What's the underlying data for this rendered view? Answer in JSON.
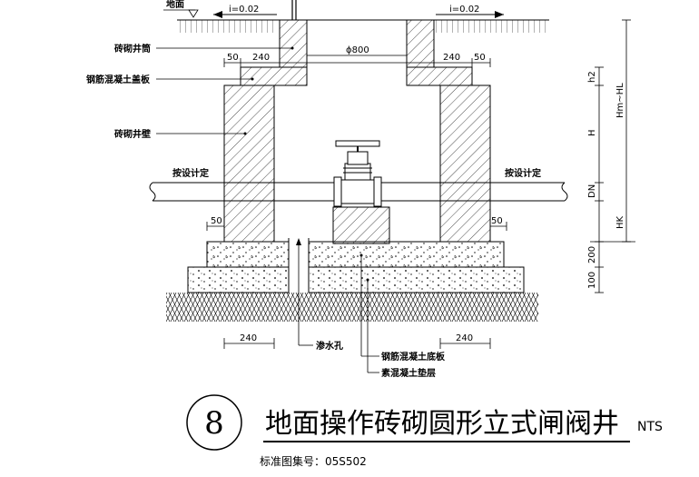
{
  "labels": {
    "ground": "地面",
    "slope_left": "i=0.02",
    "slope_right": "i=0.02",
    "brick_neck": "砖砌井筒",
    "rc_cover": "钢筋混凝土盖板",
    "brick_wall": "砖砌井壁",
    "per_design_left": "按设计定",
    "per_design_right": "按设计定",
    "seep_hole": "渗水孔",
    "rc_base": "钢筋混凝土底板",
    "plain_concrete": "素混凝土垫层"
  },
  "dimensions": {
    "top_left_50": "50",
    "top_left_240": "240",
    "diameter": "ϕ800",
    "top_right_240": "240",
    "top_right_50": "50",
    "mid_left_50": "50",
    "mid_right_50": "50",
    "bottom_left_240": "240",
    "bottom_right_240": "240",
    "h2": "h2",
    "hm_hl": "Hm~HL",
    "h": "H",
    "dn": "DN",
    "hk": "HK",
    "d200": "200",
    "d100": "100"
  },
  "title": {
    "number": "8",
    "text": "地面操作砖砌圆形立式闸阀井",
    "nts": "NTS",
    "atlas_ref": "标准图集号：05S502"
  },
  "icons": [
    "ground-triangle-icon",
    "slope-arrow-icon"
  ]
}
